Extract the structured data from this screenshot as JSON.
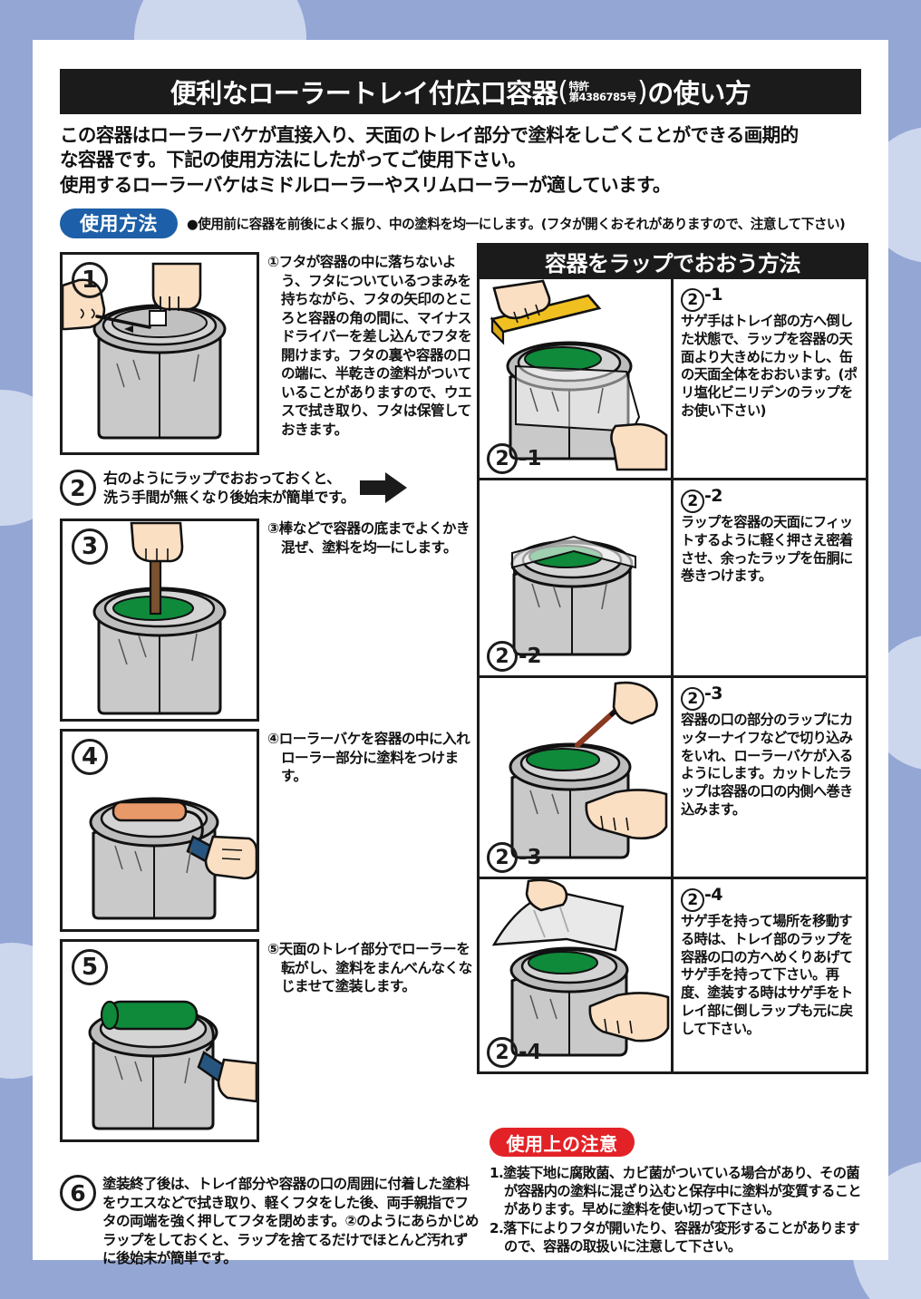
{
  "title": {
    "main_prefix": "便利なローラートレイ付広口容器",
    "paren_open": "(",
    "patent_line1": "特許",
    "patent_line2": "第4386785号",
    "paren_close": ")",
    "main_suffix": "の使い方"
  },
  "intro": {
    "line1": "この容器はローラーバケが直接入り、天面のトレイ部分で塗料をしごくことができる画期的",
    "line2": "な容器です。下記の使用方法にしたがってご使用下さい。",
    "line3": "使用するローラーバケはミドルローラーやスリムローラーが適しています。"
  },
  "usage": {
    "badge": "使用方法",
    "note": "●使用前に容器を前後によく振り、中の塗料を均一にします。(フタが開くおそれがありますので、注意して下さい)"
  },
  "steps": [
    {
      "num": "1",
      "text": "①フタが容器の中に落ちないよう、フタについているつまみを持ちながら、フタの矢印のところと容器の角の間に、マイナスドライバーを差し込んでフタを開けます。フタの裏や容器の口の端に、半乾きの塗料がついていることがありますので、ウエスで拭き取り、フタは保管しておきます。"
    },
    {
      "num": "3",
      "text": "③棒などで容器の底までよくかき混ぜ、塗料を均一にします。"
    },
    {
      "num": "4",
      "text": "④ローラーバケを容器の中に入れローラー部分に塗料をつけます。"
    },
    {
      "num": "5",
      "text": "⑤天面のトレイ部分でローラーを転がし、塗料をまんべんなくなじませて塗装します。"
    }
  ],
  "step2": {
    "num": "2",
    "line1": "右のようにラップでおおっておくと、",
    "line2": "洗う手間が無くなり後始末が簡単です。",
    "arrow": "arrow-right-icon"
  },
  "step6": {
    "num": "6",
    "text": "塗装終了後は、トレイ部分や容器の口の周囲に付着した塗料をウエスなどで拭き取り、軽くフタをした後、両手親指でフタの両端を強く押してフタを閉めます。②のようにあらかじめラップをしておくと、ラップを捨てるだけでほとんど汚れずに後始末が簡単です。"
  },
  "wrap_panel": {
    "header": "容器をラップでおおう方法",
    "items": [
      {
        "num": "2",
        "suffix": "-1",
        "label": "-1",
        "text": "サゲ手はトレイ部の方へ倒した状態で、ラップを容器の天面より大きめにカットし、缶の天面全体をおおいます。(ポリ塩化ビニリデンのラップをお使い下さい)"
      },
      {
        "num": "2",
        "suffix": "-2",
        "label": "-2",
        "text": "ラップを容器の天面にフィットするように軽く押さえ密着させ、余ったラップを缶胴に巻きつけます。"
      },
      {
        "num": "2",
        "suffix": "-3",
        "label": "-3",
        "text": "容器の口の部分のラップにカッターナイフなどで切り込みをいれ、ローラーバケが入るようにします。カットしたラップは容器の口の内側へ巻き込みます。"
      },
      {
        "num": "2",
        "suffix": "-4",
        "label": "-4",
        "text": "サゲ手を持って場所を移動する時は、トレイ部のラップを容器の口の方へめくりあげてサゲ手を持って下さい。再度、塗装する時はサゲ手をトレイ部に倒しラップも元に戻して下さい。"
      }
    ]
  },
  "caution": {
    "badge": "使用上の注意",
    "items": [
      "1.塗装下地に腐敗菌、カビ菌がついている場合があり、その菌が容器内の塗料に混ざり込むと保存中に塗料が変質することがあります。早めに塗料を使い切って下さい。",
      "2.落下によりフタが開いたり、容器が変形することがありますので、容器の取扱いに注意して下さい。"
    ]
  },
  "colors": {
    "background": "#94a6d4",
    "background_circle": "#ccd7ee",
    "header_bar": "#1b1b1b",
    "usage_badge": "#1d5fa8",
    "caution_badge": "#e32227",
    "paint_green": "#0f8a3a",
    "roller_orange": "#e8996a",
    "handle_blue": "#26557f",
    "skin": "#fbdfc3",
    "bucket_gray": "#c8c8c8",
    "wrap_yellow": "#f0c020"
  }
}
